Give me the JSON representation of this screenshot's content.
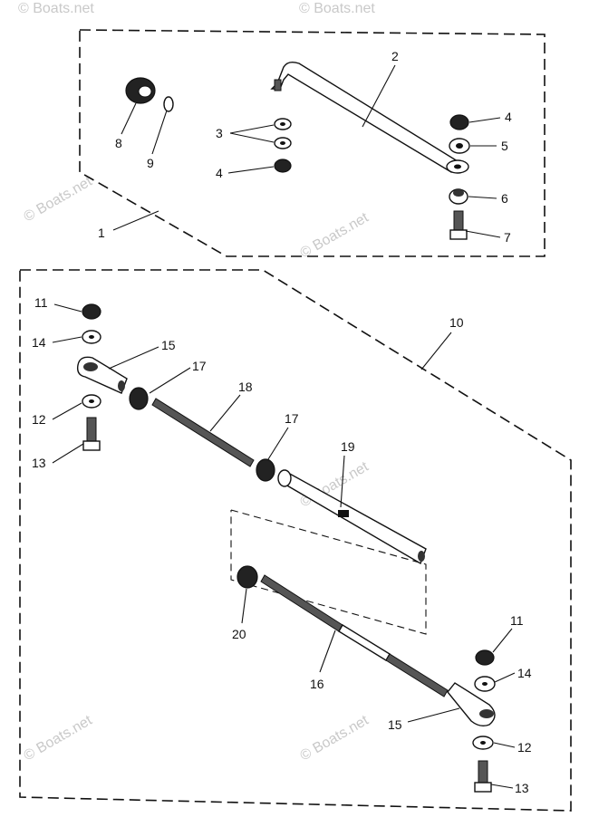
{
  "watermark": "© Boats.net",
  "callouts": {
    "c1": "1",
    "c2": "2",
    "c3": "3",
    "c4a": "4",
    "c4b": "4",
    "c5": "5",
    "c6": "6",
    "c7": "7",
    "c8": "8",
    "c9": "9",
    "c10": "10",
    "c11a": "11",
    "c11b": "11",
    "c12a": "12",
    "c12b": "12",
    "c13a": "13",
    "c13b": "13",
    "c14a": "14",
    "c14b": "14",
    "c15a": "15",
    "c15b": "15",
    "c16": "16",
    "c17a": "17",
    "c17b": "17",
    "c18": "18",
    "c19": "19",
    "c20": "20"
  },
  "colors": {
    "ink": "#111111",
    "watermark": "#c9c9c9",
    "background": "#ffffff"
  }
}
